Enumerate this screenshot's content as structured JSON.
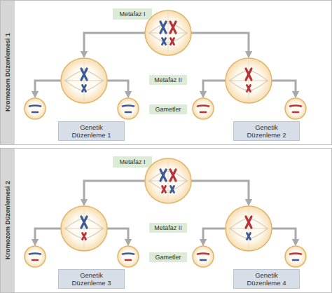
{
  "diagram": {
    "nodes": [
      {
        "text": [
          "Kromozom Düzenlemesi 1"
        ]
      },
      {
        "text": [
          "Metafaz I"
        ],
        "in": 0
      },
      {
        "text": [
          "Metafaz II"
        ],
        "in": 0
      },
      {
        "text": [
          "Gametler"
        ],
        "in": 0
      },
      {
        "text": [
          "Genetik Düzenleme 1"
        ],
        "in": 0
      },
      {
        "text": [
          "Genetik Düzenleme 2"
        ],
        "in": 0
      },
      {
        "text": [
          "Kromozom Düzenlemesi 2"
        ]
      },
      {
        "text": [
          "Metafaz I"
        ],
        "in": 6
      },
      {
        "text": [
          "Metafaz II"
        ],
        "in": 6
      },
      {
        "text": [
          "Gametler"
        ],
        "in": 6
      },
      {
        "text": [
          "Genetik Düzenleme 3"
        ],
        "in": 6
      },
      {
        "text": [
          "Genetik Düzenleme 4"
        ],
        "in": 6
      }
    ]
  }
}
